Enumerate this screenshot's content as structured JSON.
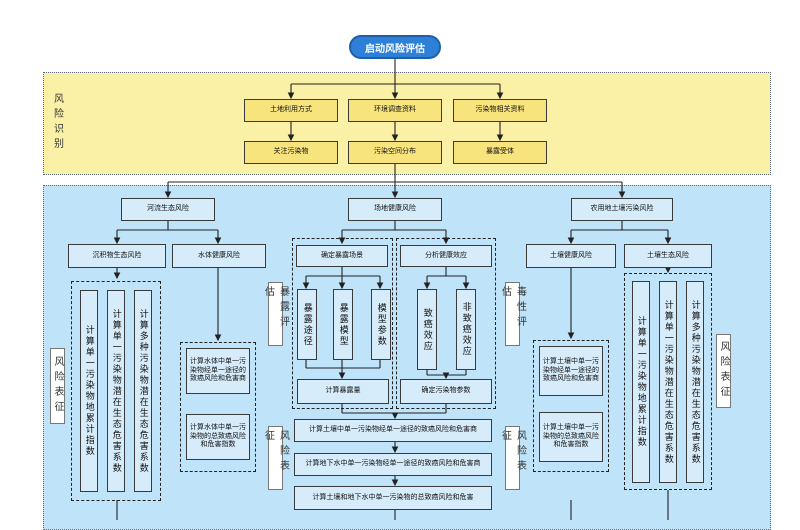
{
  "start": "启动风险评估",
  "identification": {
    "label": "风险识别",
    "row1": [
      "土地利用方式",
      "环境调查资料",
      "污染物相关资料"
    ],
    "row2": [
      "关注污染物",
      "污染空间分布",
      "暴露受体"
    ]
  },
  "level1": [
    "河流生态风险",
    "场地健康风险",
    "农用地土壤污染风险"
  ],
  "river": {
    "sub": [
      "沉积物生态风险",
      "水体健康风险"
    ],
    "sediment": [
      "计算单一污染物地累计指数",
      "计算单一污染物潜在生态危害系数",
      "计算多种污染物潜在生态危害系数"
    ],
    "water": [
      "计算水体中单一污染物经单一途径的致癌风险和危害商",
      "计算水体中单一污染物的总致癌风险和危害指数"
    ],
    "label": "风险表征"
  },
  "site": {
    "exposure_label": "暴露评估",
    "toxicity_label": "毒性评估",
    "char_label": "风险表征",
    "exposure_title": "确定暴露场景",
    "exposure_items": [
      "暴露途径",
      "暴露模型",
      "模型参数"
    ],
    "exposure_calc": "计算暴露量",
    "toxicity_title": "分析健康效应",
    "toxicity_items": [
      "致癌效应",
      "非致癌效应"
    ],
    "toxicity_param": "确定污染物参数",
    "steps": [
      "计算土壤中单一污染物经单一途径的致癌风险和危害商",
      "计算地下水中单一污染物经单一途径的致癌风险和危害商",
      "计算土壤和地下水中单一污染物的总致癌风险和危害"
    ]
  },
  "farm": {
    "sub": [
      "土壤健康风险",
      "土壤生态风险"
    ],
    "health_label": "风险表征",
    "health": [
      "计算土壤中单一污染物经单一途径的致癌风险和危害商",
      "计算土壤中单一污染物的总致癌风险和危害指数"
    ],
    "eco": [
      "计算单一污染物地累计指数",
      "计算单一污染物潜在生态危害系数",
      "计算多种污染物潜在生态危害系数"
    ],
    "eco_label": "风险表征"
  }
}
